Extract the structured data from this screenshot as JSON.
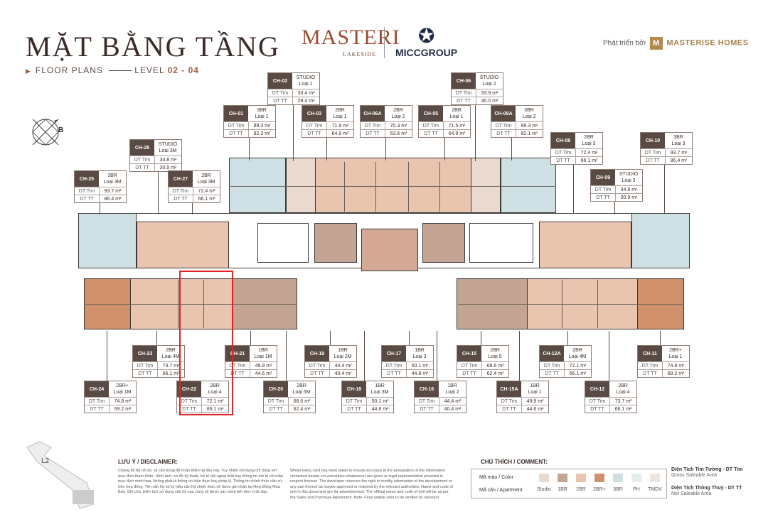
{
  "title": "MẶT BẰNG TẦNG",
  "subtitle": {
    "label": "FLOOR PLANS",
    "level_prefix": "LEVEL",
    "level": "02 - 04"
  },
  "brand": {
    "masteri": "MASTERI",
    "lakeside": "LAKESIDE",
    "micc": "MICCGROUP"
  },
  "developer": {
    "prefix": "Phát triển bởi",
    "logo_letter": "M",
    "name": "MASTERISE HOMES"
  },
  "compass_label": "B",
  "labels": {
    "gross": "DT Tim",
    "net": "DT TT"
  },
  "units": [
    {
      "code": "CH-02",
      "type": "STUDIO",
      "subtype": "Loại 1",
      "gross": "33.4 m²",
      "net": "29.4 m²"
    },
    {
      "code": "CH-06",
      "type": "STUDIO",
      "subtype": "Loại 2",
      "gross": "33.9 m²",
      "net": "30.0 m²"
    },
    {
      "code": "CH-01",
      "type": "3BR",
      "subtype": "Loại 1",
      "gross": "89.3 m²",
      "net": "82.3 m²"
    },
    {
      "code": "CH-03",
      "type": "2BR",
      "subtype": "Loại 1",
      "gross": "71.9 m²",
      "net": "64.9 m²"
    },
    {
      "code": "CH-06A",
      "type": "2BR",
      "subtype": "Loại 2",
      "gross": "70.3 m²",
      "net": "63.6 m²"
    },
    {
      "code": "CH-05",
      "type": "2BR",
      "subtype": "Loại 1",
      "gross": "71.5 m²",
      "net": "64.9 m²"
    },
    {
      "code": "CH-08A",
      "type": "3BR",
      "subtype": "Loại 2",
      "gross": "89.3 m²",
      "net": "82.1 m²"
    },
    {
      "code": "CH-26",
      "type": "STUDIO",
      "subtype": "Loại 3M",
      "gross": "34.8 m²",
      "net": "30.9 m²"
    },
    {
      "code": "CH-08",
      "type": "2BR",
      "subtype": "Loại 3",
      "gross": "72.4 m²",
      "net": "66.1 m²"
    },
    {
      "code": "CH-10",
      "type": "3BR",
      "subtype": "Loại 3",
      "gross": "93.7 m²",
      "net": "86.4 m²"
    },
    {
      "code": "CH-25",
      "type": "3BR",
      "subtype": "Loại 3M",
      "gross": "93.7 m²",
      "net": "86.4 m²"
    },
    {
      "code": "CH-27",
      "type": "2BR",
      "subtype": "Loại 3M",
      "gross": "72.4 m²",
      "net": "66.1 m²"
    },
    {
      "code": "CH-09",
      "type": "STUDIO",
      "subtype": "Loại 3",
      "gross": "34.8 m²",
      "net": "30.9 m²"
    },
    {
      "code": "CH-23",
      "type": "2BR",
      "subtype": "Loại 4M",
      "gross": "73.7 m²",
      "net": "66.1 m²"
    },
    {
      "code": "CH-21",
      "type": "1BR",
      "subtype": "Loại 1M",
      "gross": "49.9 m²",
      "net": "44.6 m²"
    },
    {
      "code": "CH-19",
      "type": "1BR",
      "subtype": "Loại 2M",
      "gross": "44.4 m²",
      "net": "40.4 m²"
    },
    {
      "code": "CH-17",
      "type": "1BR",
      "subtype": "Loại 3",
      "gross": "50.1 m²",
      "net": "44.8 m²"
    },
    {
      "code": "CH-15",
      "type": "2BR",
      "subtype": "Loại 5",
      "gross": "68.6 m²",
      "net": "62.4 m²"
    },
    {
      "code": "CH-12A",
      "type": "2BR",
      "subtype": "Loại 4M",
      "gross": "72.1 m²",
      "net": "66.1 m²"
    },
    {
      "code": "CH-11",
      "type": "2BR+",
      "subtype": "Loại 1",
      "gross": "74.8 m²",
      "net": "69.2 m²"
    },
    {
      "code": "CH-24",
      "type": "2BR+",
      "subtype": "Loại 1M",
      "gross": "74.8 m²",
      "net": "69.2 m²"
    },
    {
      "code": "CH-22",
      "type": "2BR",
      "subtype": "Loại 4",
      "gross": "72.1 m²",
      "net": "66.1 m²"
    },
    {
      "code": "CH-20",
      "type": "2BR",
      "subtype": "Loại 5M",
      "gross": "68.6 m²",
      "net": "62.4 m²"
    },
    {
      "code": "CH-18",
      "type": "1BR",
      "subtype": "Loại 3M",
      "gross": "50.1 m²",
      "net": "44.8 m²"
    },
    {
      "code": "CH-16",
      "type": "1BR",
      "subtype": "Loại 2",
      "gross": "44.4 m²",
      "net": "40.4 m²"
    },
    {
      "code": "CH-15A",
      "type": "1BR",
      "subtype": "Loại 1",
      "gross": "49.9 m²",
      "net": "44.6 m²"
    },
    {
      "code": "CH-12",
      "type": "2BR",
      "subtype": "Loại 4",
      "gross": "73.7 m²",
      "net": "66.1 m²"
    }
  ],
  "keyplan_label": "L2",
  "disclaimer": {
    "title": "LƯU Ý / DISCLAIMER:",
    "vi": "Chúng tôi đã nỗ lực và cẩn trọng để hoàn thiện tài liệu này. Tuy nhiên nội dung chỉ dùng với mục đích tham khảo. Hình ảnh, sơ đồ kỹ thuật, bố trí nội ngoại thất hay thông tin mô tả chỉ mẫu mục đích minh họa, không phải là thông tin hiện thực hay pháp lý. Thông tin chính thức căn cứ trên hợp đồng. Tên căn hộ và ký hiệu căn hộ chính thức sẽ được ghi nhận tại Hợp Đồng Mua Bán. Ghi chú: Diện tích sử dụng căn hộ sau cùng sẽ được xác minh bởi đơn vị đo đạc.",
    "en": "Whilst every card has been taken to ensure accuracy in the preparation of the information contained herein, no warranties whatsoever are given or legal representation provided in respect thereon. The developer reserves the right to modify information of the development or any part thereof as maybe approved or required by the relevant authorities. Name and code of unit in this document are for advertisement. The official name and code of unit will be as per the Sales and Purchase Agreement. Note: Final usable area to be verified by surveyor."
  },
  "legend": {
    "title": "CHÚ THÍCH / COMMENT:",
    "color_label": "Mã màu / Color",
    "apt_label": "Mã căn / Apartment",
    "items": [
      {
        "name": "Studio",
        "color": "#ead9cf"
      },
      {
        "name": "1BR",
        "color": "#c4a593"
      },
      {
        "name": "2BR",
        "color": "#e9c4ae"
      },
      {
        "name": "2BR+",
        "color": "#d0906b"
      },
      {
        "name": "3BR",
        "color": "#cfe0e4"
      },
      {
        "name": "PH",
        "color": "#e6ecee"
      },
      {
        "name": "TMDV",
        "color": "#efe5df"
      }
    ]
  },
  "areas": {
    "gross_vi": "Diện Tích Tim Tường - DT Tim",
    "gross_en": "Gross Saleable Area",
    "net_vi": "Diện Tích Thông Thuỷ - DT TT",
    "net_en": "Net Saleable Area"
  }
}
